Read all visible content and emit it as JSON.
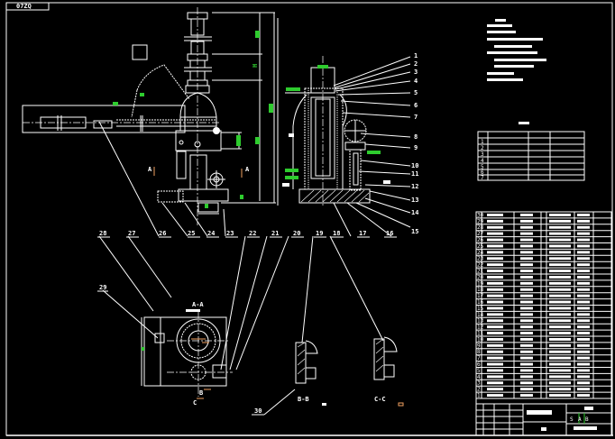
{
  "drawing": {
    "code_tab": "07ZQ",
    "dimension_label": "H",
    "section_labels": [
      "A-A",
      "B-B",
      "C-C"
    ],
    "view_markers": [
      "A",
      "A",
      "B",
      "C"
    ],
    "balloons_right": [
      "1",
      "2",
      "3",
      "4",
      "5",
      "6",
      "7",
      "8",
      "9",
      "10",
      "11",
      "12",
      "13",
      "14",
      "15"
    ],
    "balloons_bottom": [
      "28",
      "27",
      "26",
      "25",
      "24",
      "23",
      "22",
      "21",
      "20",
      "19",
      "18",
      "17",
      "16"
    ],
    "balloon_misc": [
      "29",
      "30"
    ],
    "small_table_rows": [
      "1",
      "2",
      "3",
      "4",
      "5",
      "6",
      "7"
    ],
    "bom_row_numbers": [
      "30",
      "29",
      "28",
      "27",
      "26",
      "25",
      "24",
      "23",
      "22",
      "21",
      "20",
      "19",
      "18",
      "17",
      "16",
      "15",
      "14",
      "13",
      "12",
      "11",
      "10",
      "9",
      "8",
      "7",
      "6",
      "5",
      "4",
      "3",
      "2",
      "1"
    ],
    "title_block": {
      "scale_cells": [
        "S",
        "A",
        "B"
      ]
    }
  },
  "colors": {
    "background": "#000000",
    "line": "#ffffff",
    "dimension": "#2ecc2e",
    "marker": "#f0a060"
  }
}
